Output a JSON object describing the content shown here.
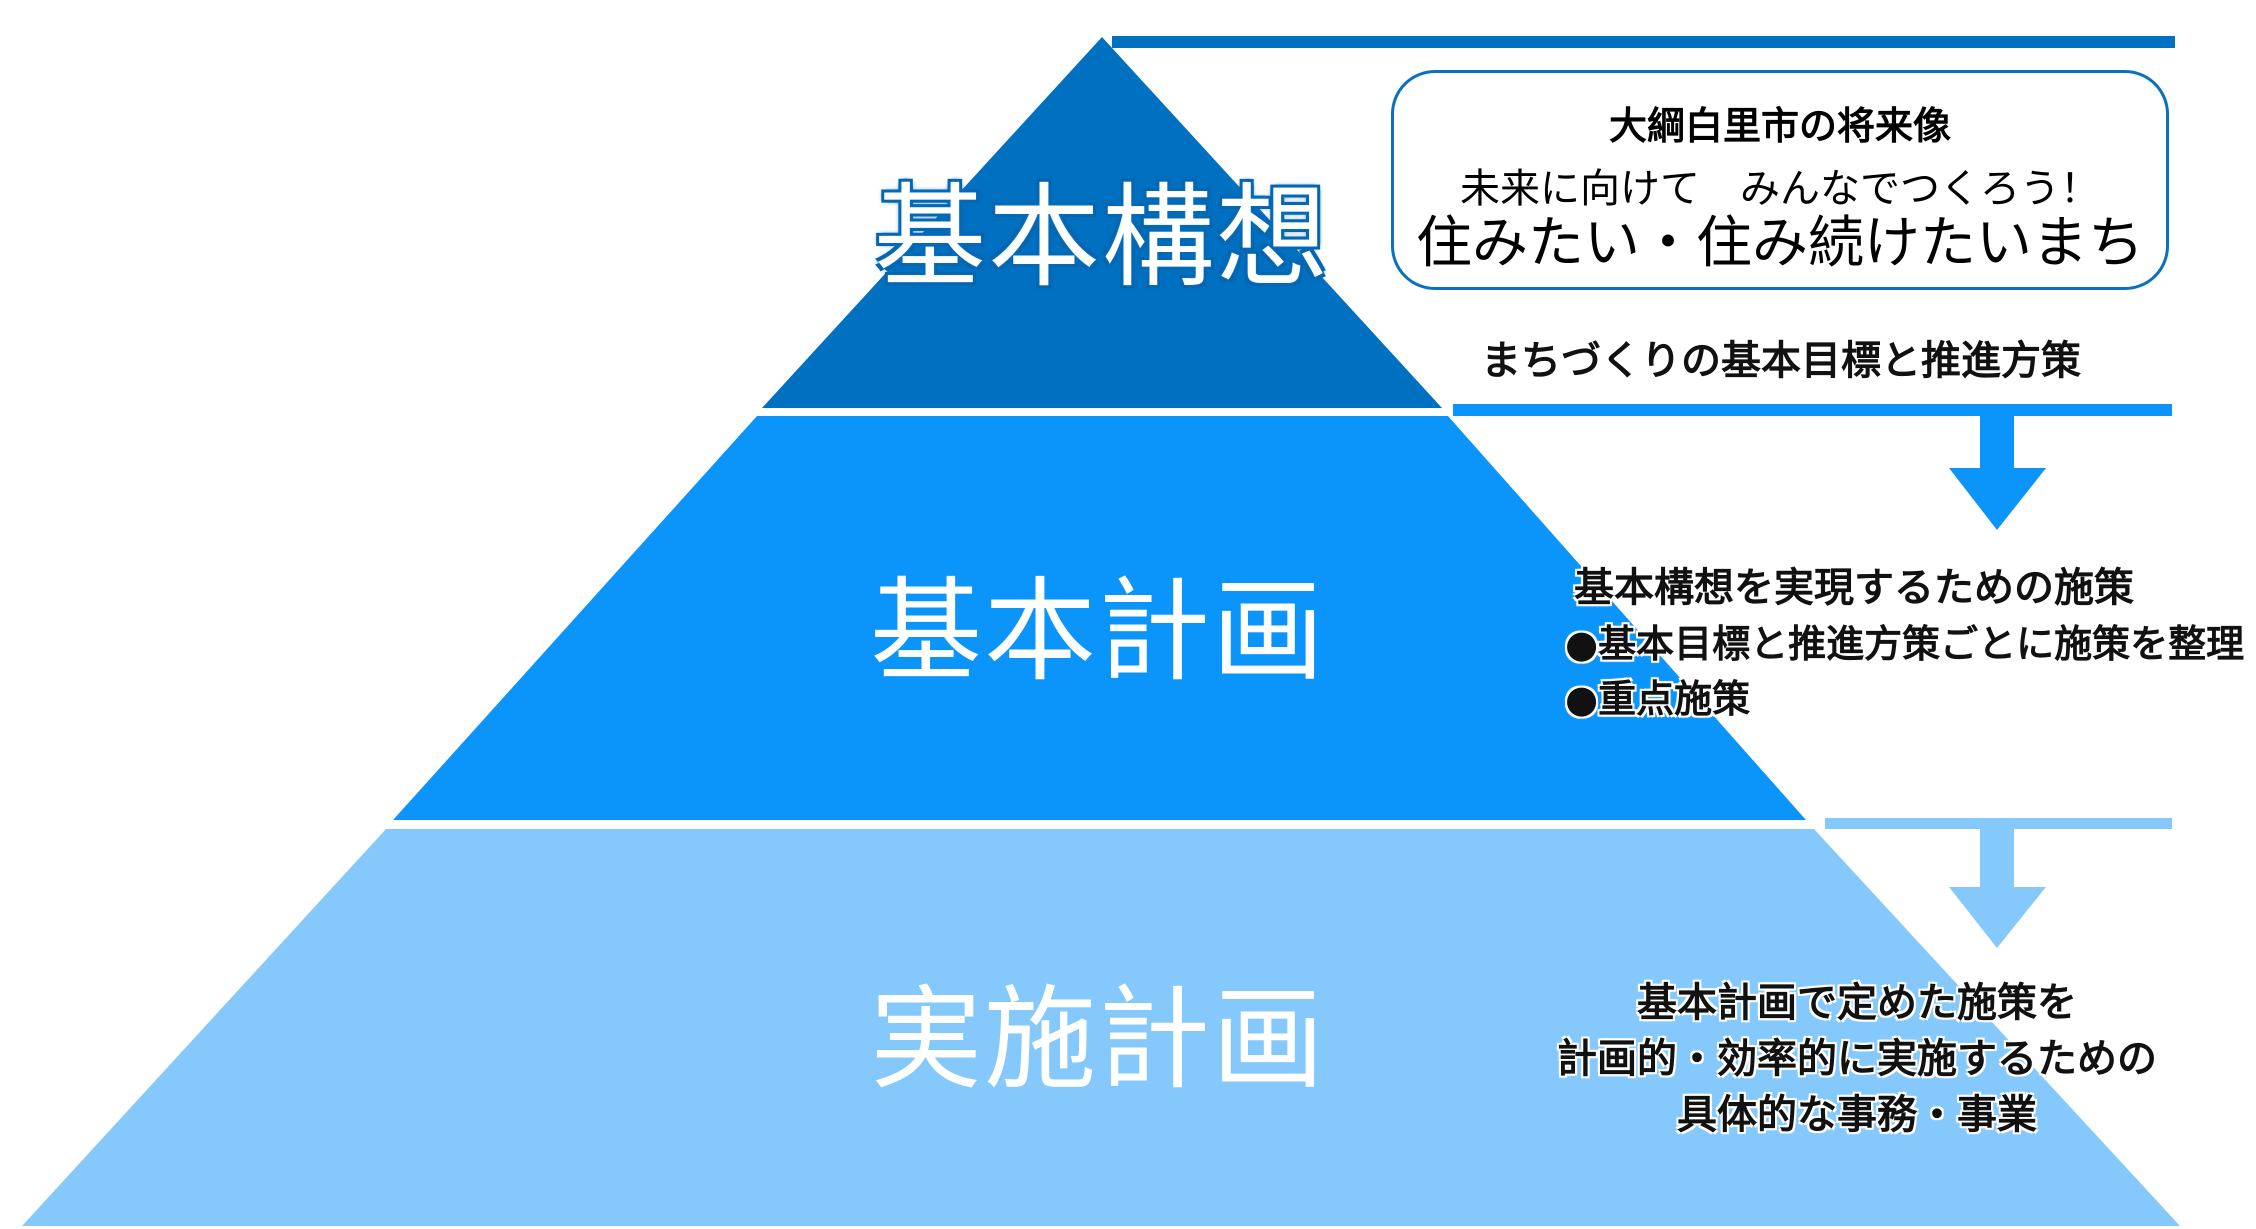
{
  "tiers": [
    {
      "label": "基本構想",
      "color": "#0070c0"
    },
    {
      "label": "基本計画",
      "color": "#0b95fb"
    },
    {
      "label": "実施計画",
      "color": "#84c8fc"
    }
  ],
  "vision_box": {
    "heading": "大綱白里市の将来像",
    "subtitle": "未来に向けて　みんなでつくろう！",
    "slogan": "住みたい・住み続けたいまち"
  },
  "concept_desc": "まちづくりの基本目標と推進方策",
  "basic_plan": {
    "desc": "基本構想を実現するための施策",
    "bullets": [
      "●基本目標と推進方策ごとに施策を整理",
      "●重点施策"
    ]
  },
  "implementation_plan": {
    "lines": [
      "基本計画で定めた施策を",
      "計画的・効率的に実施するための",
      "具体的な事務・事業"
    ]
  }
}
